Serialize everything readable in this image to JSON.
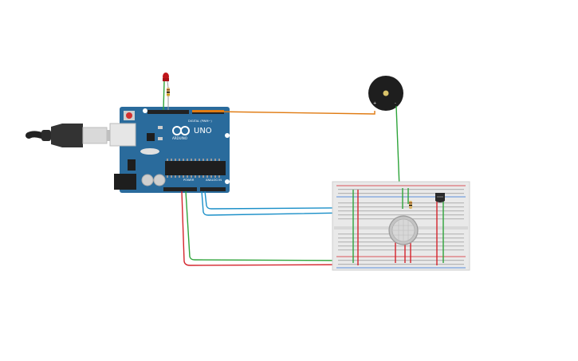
{
  "arduino": {
    "model": "UNO",
    "brand": "ARDUINO",
    "digital_label": "DIGITAL (PWM~)",
    "power_label": "POWER",
    "analog_label": "ANALOG IN",
    "board_color": "#2a6b9c"
  },
  "wire_colors": {
    "orange": "#e07b12",
    "green": "#2ea43a",
    "red": "#d4232b",
    "blue": "#1a8fc8"
  },
  "components": [
    "led-red",
    "resistor",
    "piezo-buzzer",
    "gas-sensor",
    "temperature-sensor",
    "breadboard",
    "usb-cable"
  ]
}
